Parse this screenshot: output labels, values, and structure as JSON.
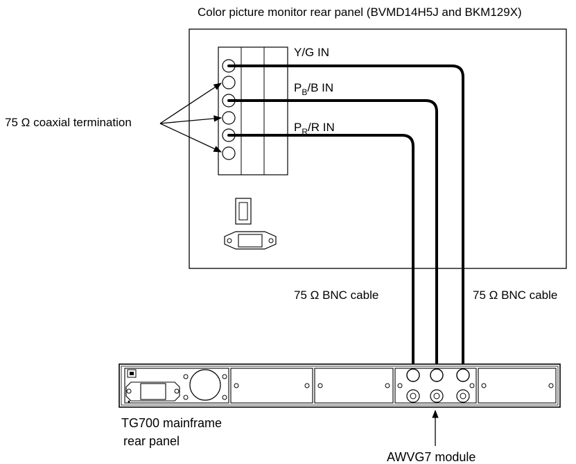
{
  "monitor": {
    "title": "Color picture monitor rear panel (BVMD14H5J and BKM129X)",
    "inputs": {
      "yg": "Y/G IN",
      "pb": {
        "main": "P",
        "sub": "B",
        "rest": "/B IN"
      },
      "pr": {
        "main": "P",
        "sub": "R",
        "rest": "/R IN"
      }
    },
    "termination_label": "75 Ω coaxial termination"
  },
  "cables": {
    "left_label": "75 Ω BNC cable",
    "right_label": "75 Ω BNC cable"
  },
  "mainframe": {
    "label_line1": "TG700 mainframe",
    "label_line2": "rear panel"
  },
  "module": {
    "label": "AWVG7 module"
  }
}
